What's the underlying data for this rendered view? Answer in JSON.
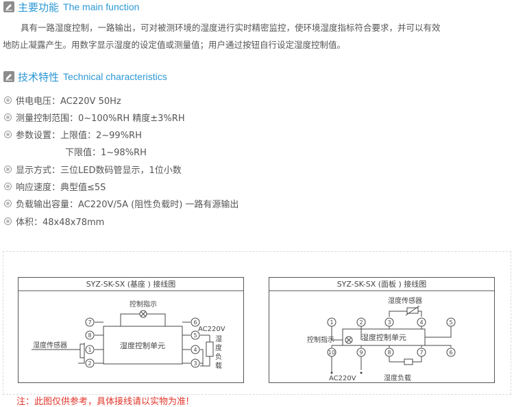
{
  "section1": {
    "title_cn": "主要功能",
    "title_en": "The main function",
    "para_line1": "具有一路湿度控制，一路输出，可对被测环境的湿度进行实时精密监控，使环境湿度指标符合要求，并可以有效",
    "para_line2": "地防止凝露产生。用数字显示湿度的设定值或测量值；用户通过按钮自行设定湿度控制值。"
  },
  "section2": {
    "title_cn": "技术特性",
    "title_en": "Technical characteristics",
    "specs": [
      "供电电压：AC220V 50Hz",
      "测量控制范围：0~100%RH 精度±3%RH",
      "参数设置：上限值：2~99%RH",
      "显示方式：三位LED数码管显示，1位小数",
      "响应速度：典型值≤5S",
      "负载输出容量：AC220V/5A (阻性负载时) 一路有源输出",
      "体积：48x48x78mm"
    ],
    "spec_sub": "下限值：1~98%RH"
  },
  "diagram_left": {
    "title": "SYZ-SK-SX (基座 ) 接线图",
    "indicator": "控制指示",
    "unit": "湿度控制单元",
    "sensor": "湿度传感器",
    "supply": "AC220V",
    "load": [
      "湿",
      "度",
      "负",
      "载"
    ],
    "terminals": [
      "7",
      "8",
      "1",
      "2",
      "6",
      "5",
      "4",
      "3"
    ]
  },
  "diagram_right": {
    "title": "SYZ-SK-SX (面板 ) 接线图",
    "sensor": "湿度传感器",
    "indicator": "控制指示",
    "unit": "湿度控制单元",
    "supply": "AC220V",
    "load": "湿度负载",
    "terminals": [
      "1",
      "2",
      "3",
      "4",
      "5",
      "10",
      "9",
      "8",
      "7",
      "6"
    ]
  },
  "note": "注：此图仅供参考，具体接线请以实物为准!",
  "colors": {
    "accent": "#2b97d4",
    "note": "#e0362b",
    "icon": "#888888"
  }
}
